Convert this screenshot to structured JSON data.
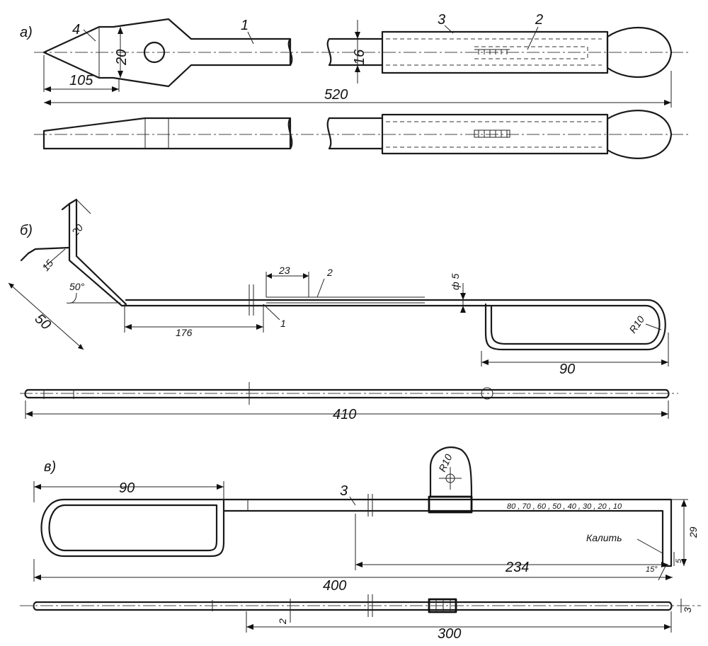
{
  "figure": {
    "panels": {
      "a": {
        "letter": "а)",
        "part_numbers": [
          "1",
          "2",
          "3",
          "4"
        ],
        "dimensions": {
          "blade_width": "20",
          "rod_diameter": "16",
          "blade_length": "105",
          "overall_length": "520"
        }
      },
      "b": {
        "letter": "б)",
        "part_numbers": [
          "1",
          "2"
        ],
        "dimensions": {
          "top_length": "20",
          "hook_length": "15",
          "angle": "50°",
          "arm_length": "50",
          "shaft_segment": "23",
          "shaft_length": "176",
          "rod_diameter": "ф 5",
          "loop_radius": "R10",
          "loop_length": "90",
          "overall_length": "410"
        }
      },
      "c": {
        "letter": "в)",
        "part_numbers": [
          "3"
        ],
        "dimensions": {
          "loop_length": "90",
          "plate_radius": "R10",
          "scale_marks": "80 , 70 , 60 , 50 , 40 , 30 , 20 , 10",
          "hook_height": "29",
          "hook_gap": "5",
          "angle": "15°",
          "scale_length": "234",
          "overall_length": "400",
          "rod_size": "2",
          "bottom_length": "300",
          "tip_size": "3"
        },
        "note": "Калить"
      }
    }
  }
}
